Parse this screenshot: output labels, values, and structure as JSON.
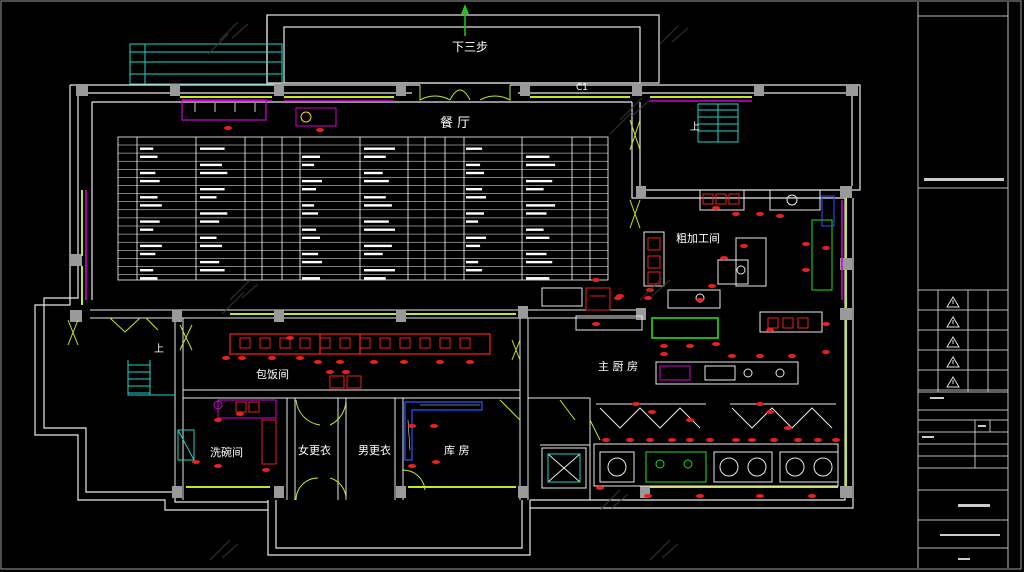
{
  "rooms": {
    "dining": "餐 厅",
    "down_steps": "下三步",
    "c1_mark": "C1",
    "rough_processing": "粗加工间",
    "main_kitchen": "主 厨 房",
    "packing_room": "包饭间",
    "washing_room": "洗碗间",
    "female_changing": "女更衣",
    "male_changing": "男更衣",
    "storage": "库 房",
    "stair_up_left": "上",
    "stair_up_right": "上"
  },
  "colors": {
    "wall": "#e8e8e8",
    "window": "#c8e620",
    "magenta": "#d400d4",
    "equipment": "#e8201e",
    "green_equipment": "#22dd22",
    "cyan": "#1fd3c8",
    "blue": "#2855ff",
    "arrow": "#21c421",
    "table_lines": "#ffffff"
  },
  "icons": {
    "north_arrow": "north-arrow-icon",
    "warning": "warning-triangle-icon"
  },
  "titleblock": {
    "warning_rows": 5
  }
}
